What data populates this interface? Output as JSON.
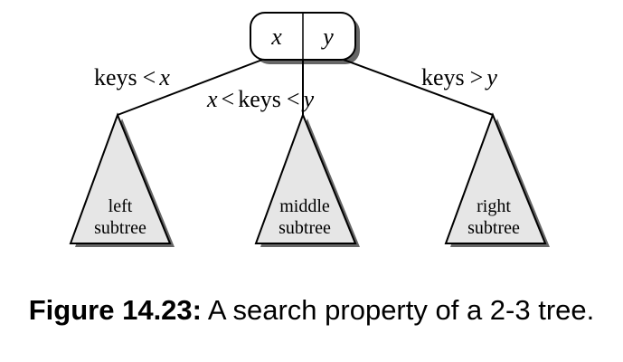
{
  "node": {
    "left_key": "x",
    "right_key": "y"
  },
  "edges": {
    "left_label": {
      "text": "keys",
      "op": "<",
      "var": "x"
    },
    "middle_label": {
      "var_left": "x",
      "op1": "<",
      "text": "keys",
      "op2": "<",
      "var_right": "y"
    },
    "right_label": {
      "text": "keys",
      "op": ">",
      "var": "y"
    }
  },
  "subtrees": {
    "left": {
      "line1": "left",
      "line2": "subtree"
    },
    "middle": {
      "line1": "middle",
      "line2": "subtree"
    },
    "right": {
      "line1": "right",
      "line2": "subtree"
    }
  },
  "caption": {
    "number": "Figure 14.23:",
    "text": "A search property of a 2-3 tree."
  },
  "colors": {
    "subtree_fill": "#e6e6e6",
    "shadow": "#666666",
    "stroke": "#000000"
  }
}
